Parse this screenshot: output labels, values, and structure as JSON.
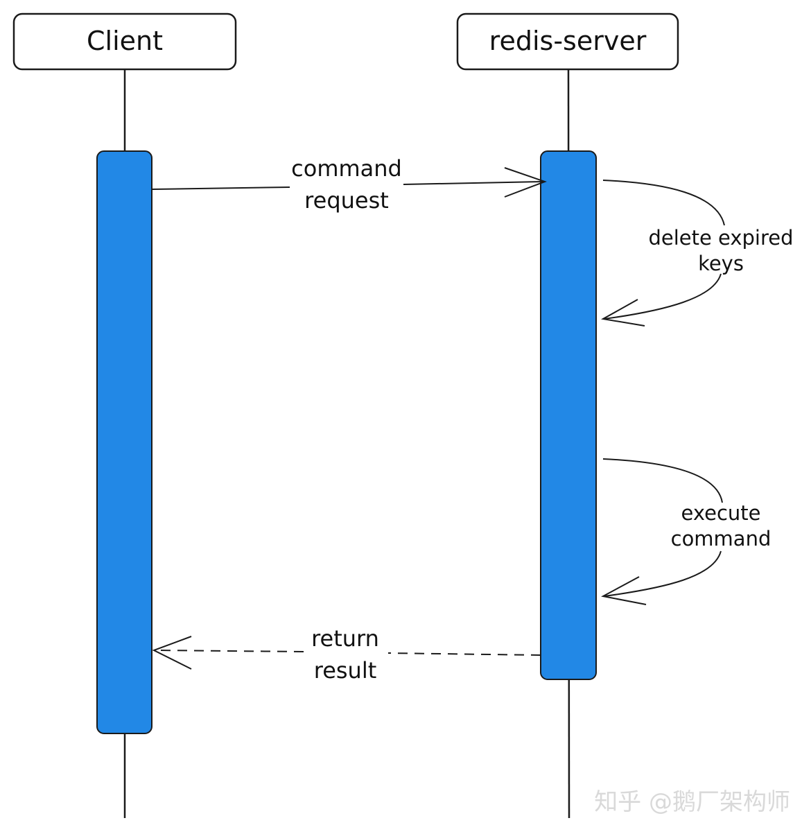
{
  "participants": {
    "client": {
      "label": "Client"
    },
    "server": {
      "label": "redis-server"
    }
  },
  "messages": {
    "request": {
      "line1": "command",
      "line2": "request"
    },
    "delete": {
      "line1": "delete expired",
      "line2": "keys"
    },
    "execute": {
      "line1": "execute",
      "line2": "command"
    },
    "response": {
      "line1": "return",
      "line2": "result"
    }
  },
  "watermark": {
    "text": "知乎 @鹅厂架构师"
  },
  "colors": {
    "activation": "#2288e6",
    "stroke": "#1a1a1a"
  }
}
